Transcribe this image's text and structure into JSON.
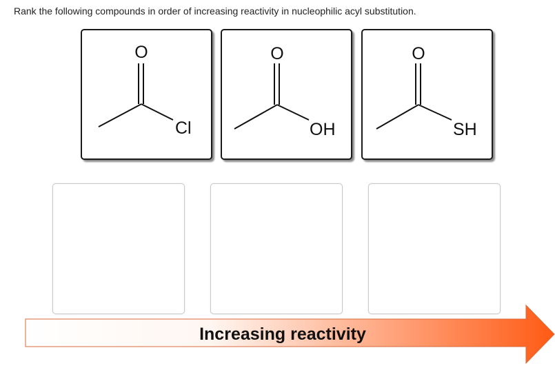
{
  "question": "Rank the following compounds in order of increasing reactivity in nucleophilic acyl substitution.",
  "compounds": [
    {
      "carbonyl_o": "O",
      "substituent": "Cl"
    },
    {
      "carbonyl_o": "O",
      "substituent": "OH"
    },
    {
      "carbonyl_o": "O",
      "substituent": "SH"
    }
  ],
  "arrow": {
    "label": "Increasing reactivity",
    "color_start": "#ffffff",
    "color_end": "#ff5a14"
  }
}
